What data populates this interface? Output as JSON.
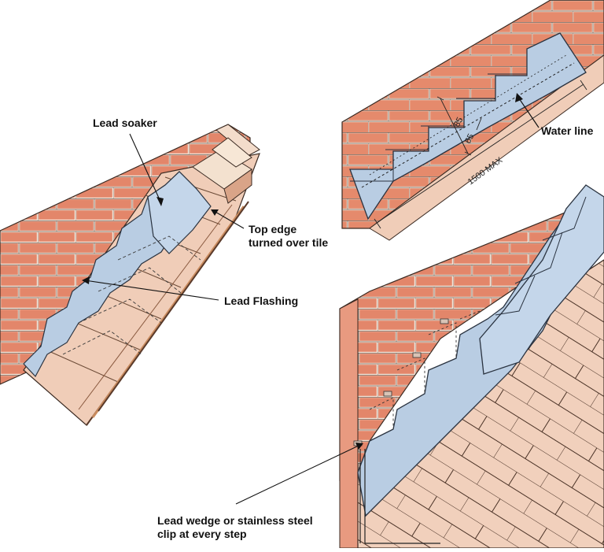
{
  "labels": {
    "lead_soaker": "Lead soaker",
    "top_edge_line1": "Top edge",
    "top_edge_line2": "turned over tile",
    "lead_flashing": "Lead Flashing",
    "water_line": "Water line",
    "lead_wedge_line1": "Lead wedge or stainless steel",
    "lead_wedge_line2": "clip at every step"
  },
  "dimensions": {
    "upper": "85",
    "lower": "65",
    "max_length": "1500 MAX"
  },
  "colors": {
    "brick": "#e3866a",
    "mortar": "#f4e3d6",
    "brick_outline": "#3a2a22",
    "lead": "#b9cde3",
    "lead_dark": "#8fa9c6",
    "tile": "#f0cdb8",
    "tile_dark": "#d9a488",
    "batten": "#c98b5e"
  }
}
